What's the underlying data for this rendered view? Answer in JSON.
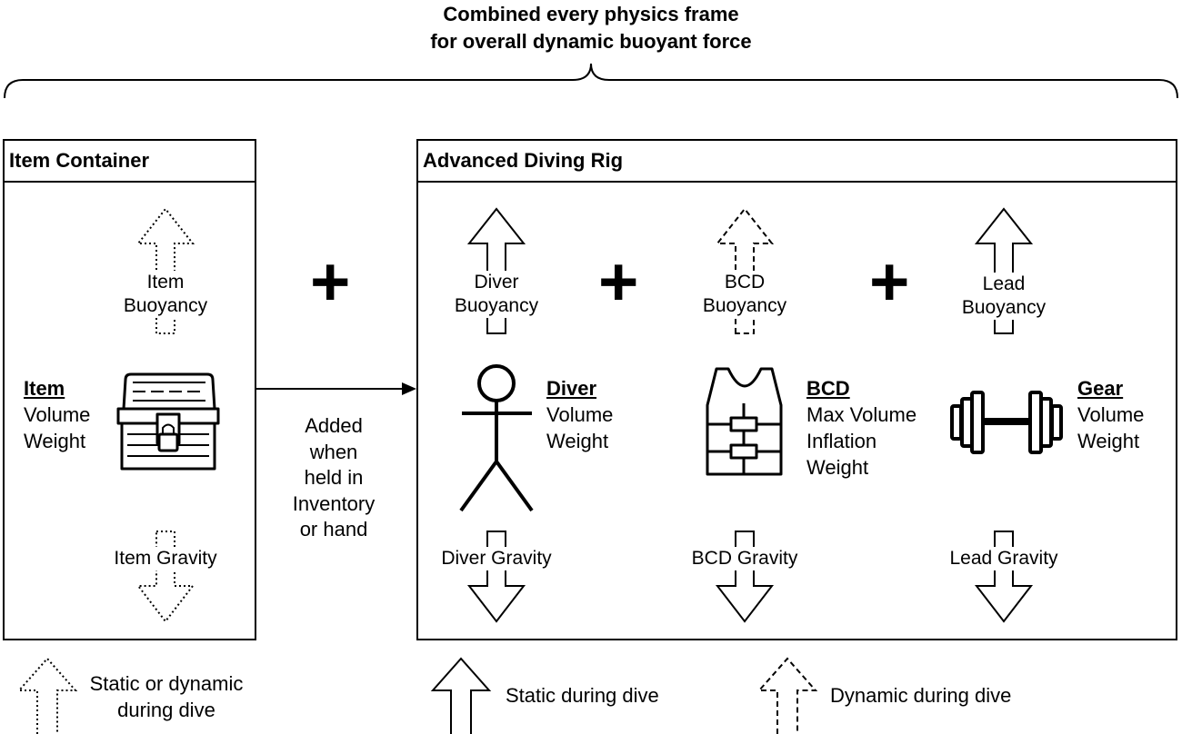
{
  "title": {
    "line1": "Combined every physics frame",
    "line2": "for overall dynamic buoyant force"
  },
  "item_container": {
    "header": "Item Container",
    "buoyancy": {
      "line1": "Item",
      "line2": "Buoyancy"
    },
    "gravity": "Item Gravity",
    "entity": {
      "name": "Item",
      "attrs": [
        "Volume",
        "Weight"
      ],
      "icon": "treasure-chest-icon"
    }
  },
  "connector": {
    "label_lines": [
      "Added",
      "when",
      "held in",
      "Inventory",
      "or hand"
    ]
  },
  "plus_symbol": "+",
  "rig": {
    "header": "Advanced Diving Rig",
    "diver": {
      "buoyancy": {
        "line1": "Diver",
        "line2": "Buoyancy"
      },
      "gravity": "Diver Gravity",
      "entity": {
        "name": "Diver",
        "attrs": [
          "Volume",
          "Weight"
        ],
        "icon": "stick-figure-icon"
      }
    },
    "bcd": {
      "buoyancy": {
        "line1": "BCD",
        "line2": "Buoyancy"
      },
      "gravity": "BCD Gravity",
      "entity": {
        "name": "BCD",
        "attrs": [
          "Max Volume",
          "Inflation",
          "Weight"
        ],
        "icon": "life-vest-icon"
      }
    },
    "lead": {
      "buoyancy": {
        "line1": "Lead",
        "line2": "Buoyancy"
      },
      "gravity": "Lead Gravity",
      "entity": {
        "name": "Gear",
        "attrs": [
          "Volume",
          "Weight"
        ],
        "icon": "dumbbell-icon"
      }
    }
  },
  "legend": {
    "static_or_dynamic": {
      "line1": "Static or dynamic",
      "line2": "during dive"
    },
    "static": "Static during dive",
    "dynamic": "Dynamic during dive"
  }
}
